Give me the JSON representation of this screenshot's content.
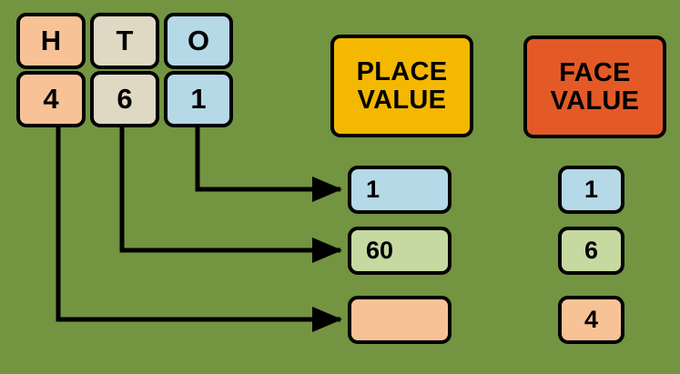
{
  "diagram": {
    "title_visible": false,
    "background_color": "#739440"
  },
  "place_columns": {
    "headers": [
      {
        "label": "H",
        "name": "hundreds",
        "color": "#F7C396"
      },
      {
        "label": "T",
        "name": "tens",
        "color": "#DFD9C3"
      },
      {
        "label": "O",
        "name": "ones",
        "color": "#B5D9E7"
      }
    ],
    "digits": [
      {
        "label": "4",
        "name": "hundreds",
        "color": "#F7C396"
      },
      {
        "label": "6",
        "name": "tens",
        "color": "#DFD9C3"
      },
      {
        "label": "1",
        "name": "ones",
        "color": "#B5D9E7"
      }
    ],
    "number": "461"
  },
  "banners": {
    "place_value": {
      "line1": "PLACE",
      "line2": "VALUE",
      "color": "#F5B800"
    },
    "face_value": {
      "line1": "FACE",
      "line2": "VALUE",
      "color": "#E35A27"
    }
  },
  "place_value_results": [
    {
      "value": "1",
      "color": "#B5D9E7",
      "from_digit": "1"
    },
    {
      "value": "60",
      "color": "#C6D9A0",
      "from_digit": "6"
    },
    {
      "value": "",
      "color": "#F7C396",
      "from_digit": "4"
    }
  ],
  "face_value_results": [
    {
      "value": "1",
      "color": "#B5D9E7"
    },
    {
      "value": "6",
      "color": "#C6D9A0"
    },
    {
      "value": "4",
      "color": "#F7C396"
    }
  ],
  "connectors": {
    "stroke_color": "#000000",
    "stroke_width": 5,
    "arrows": [
      {
        "from": "ones-digit",
        "to": "place-value-result-1"
      },
      {
        "from": "tens-digit",
        "to": "place-value-result-60"
      },
      {
        "from": "hundreds-digit",
        "to": "place-value-result-blank"
      }
    ]
  }
}
